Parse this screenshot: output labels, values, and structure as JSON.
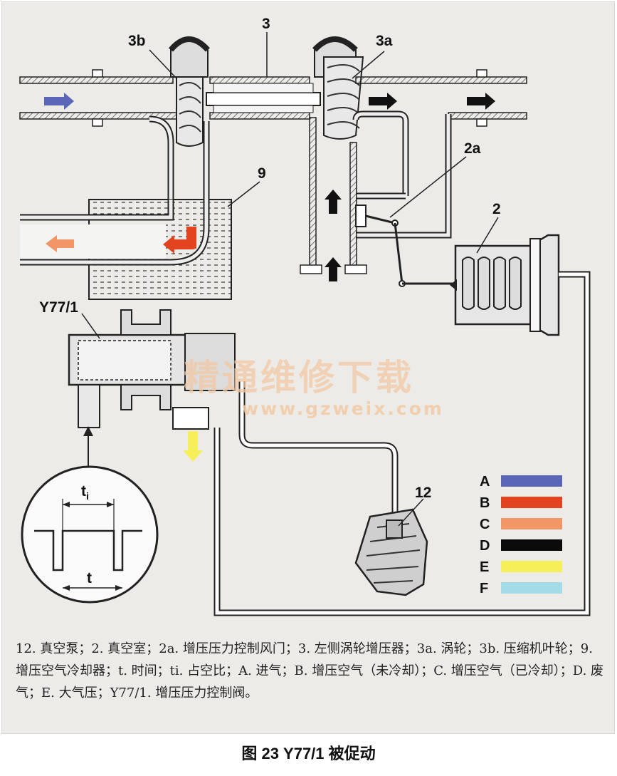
{
  "labels": {
    "3": "3",
    "3a": "3a",
    "3b": "3b",
    "9": "9",
    "2a": "2a",
    "2": "2",
    "12": "12",
    "y77": "Y77/1",
    "ti_base": "t",
    "ti_sub": "i",
    "t": "t"
  },
  "legend": [
    {
      "key": "A",
      "color": "#5a66b8"
    },
    {
      "key": "B",
      "color": "#e3431f"
    },
    {
      "key": "C",
      "color": "#f29668"
    },
    {
      "key": "D",
      "color": "#0a0a0a"
    },
    {
      "key": "E",
      "color": "#f7ef5a"
    },
    {
      "key": "F",
      "color": "#a3dbe6"
    }
  ],
  "watermark": {
    "cn": "精通维修下载",
    "url": "www.gzweix.com"
  },
  "caption": "12. 真空泵；2. 真空室；2a. 增压压力控制风门；3. 左侧涡轮增压器；3a. 涡轮；3b. 压缩机叶轮；9. 增压空气冷却器；t. 时间；ti. 占空比；A. 进气；B. 增压空气（未冷却）；C. 增压空气（已冷却）；D. 废气；E. 大气压；Y77/1. 增压压力控制阀。",
  "title": "图 23 Y77/1 被促动"
}
